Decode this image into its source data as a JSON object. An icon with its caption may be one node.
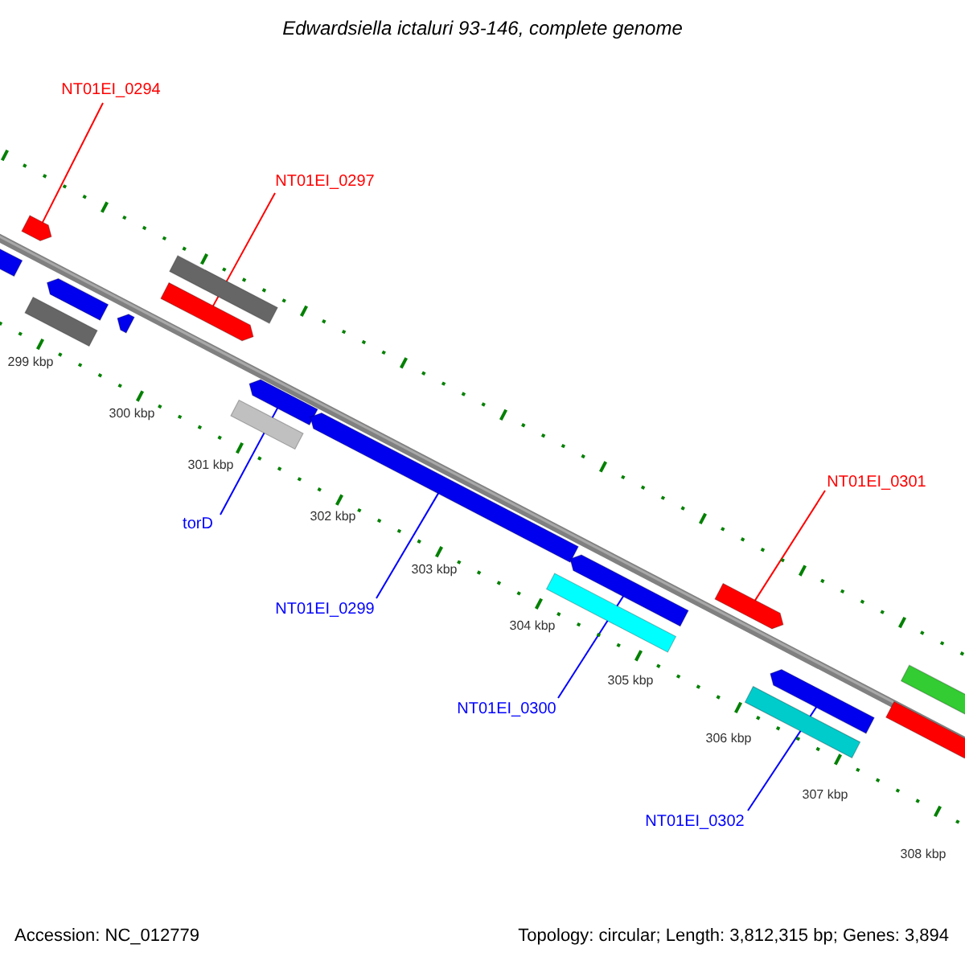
{
  "diagram": {
    "title": "Edwardsiella ictaluri 93-146, complete genome",
    "nodes": [
      {
        "text": [
          "NT01EI_0294"
        ]
      },
      {
        "text": [
          "NT01EI_0297"
        ]
      },
      {
        "text": [
          "torD"
        ]
      },
      {
        "text": [
          "NT01EI_0299"
        ]
      },
      {
        "text": [
          "NT01EI_0300"
        ]
      },
      {
        "text": [
          "NT01EI_0301"
        ]
      },
      {
        "text": [
          "NT01EI_0302"
        ]
      },
      {
        "text": [],
        "shape": "bar"
      },
      {
        "text": [],
        "shape": "bar"
      },
      {
        "text": [],
        "shape": "bar"
      },
      {
        "text": [],
        "shape": "bar"
      },
      {
        "text": [],
        "shape": "bar"
      },
      {
        "text": [],
        "shape": "bar"
      },
      {
        "text": [],
        "shape": "bar"
      },
      {
        "text": [],
        "shape": "bar"
      },
      {
        "text": [],
        "shape": "bar"
      },
      {
        "text": [],
        "shape": "bar"
      },
      {
        "text": [],
        "shape": "bar"
      },
      {
        "text": [],
        "shape": "bar"
      },
      {
        "text": [],
        "shape": "bar"
      },
      {
        "text": [],
        "shape": "bar"
      },
      {
        "text": [],
        "shape": "bar"
      },
      {
        "text": [],
        "shape": "bar"
      },
      {
        "text": [],
        "shape": "bar"
      }
    ],
    "edges": [
      {
        "from": 0,
        "to": 8,
        "arrow": "none",
        "color": "#ff0000"
      },
      {
        "from": 1,
        "to": 12,
        "arrow": "none",
        "color": "#ff0000"
      },
      {
        "from": 2,
        "to": 15,
        "arrow": "none"
      },
      {
        "from": 3,
        "to": 16,
        "arrow": "none"
      },
      {
        "from": 4,
        "to": 18,
        "arrow": "none"
      },
      {
        "from": 5,
        "to": 19,
        "arrow": "none",
        "color": "#ff0000"
      },
      {
        "from": 6,
        "to": 21,
        "arrow": "none"
      }
    ],
    "labels": [
      "299 kbp",
      "300 kbp",
      "301 kbp",
      "302 kbp",
      "303 kbp",
      "304 kbp",
      "305 kbp",
      "306 kbp",
      "307 kbp",
      "308 kbp",
      "Accession: NC_012779",
      "Topology: circular; Length: 3,812,315 bp; Genes: 3,894"
    ]
  }
}
